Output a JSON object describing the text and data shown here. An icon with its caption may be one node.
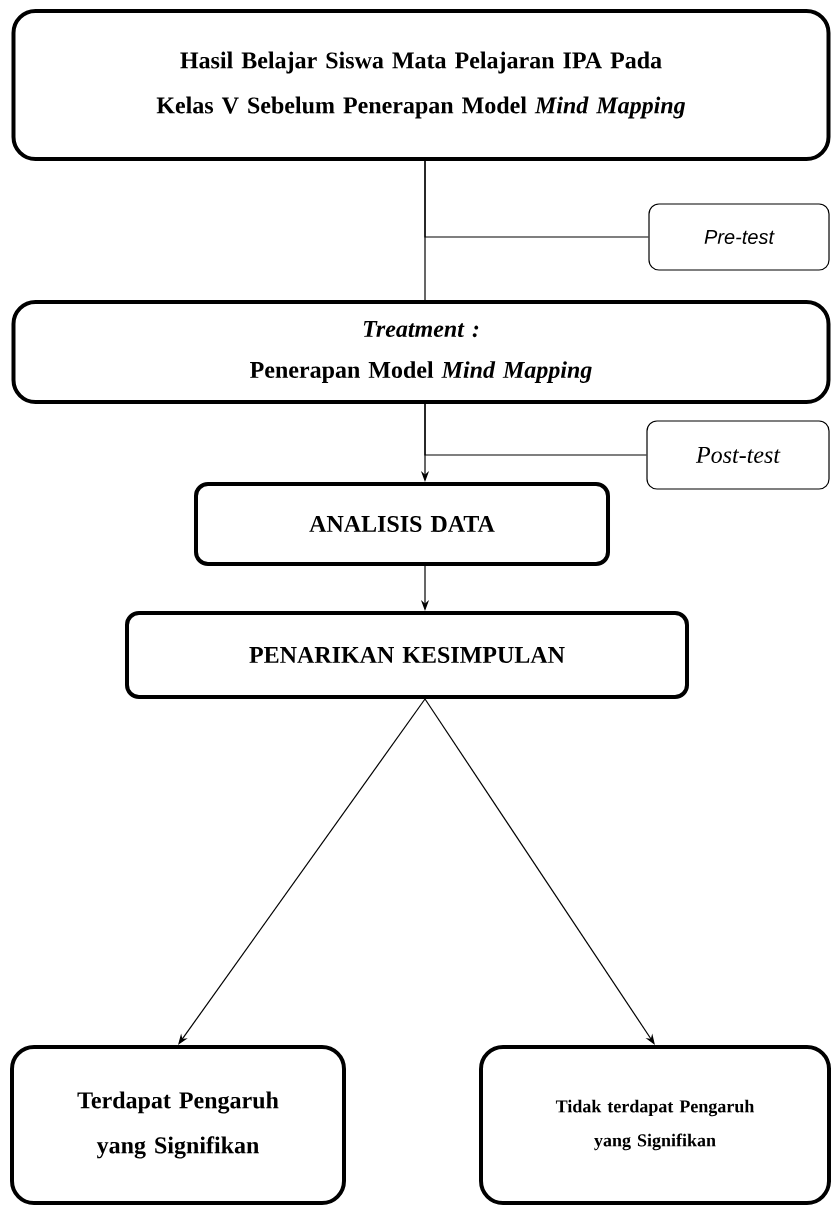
{
  "diagram": {
    "nodes": [
      {
        "text": [
          "Hasil Belajar Siswa Mata Pelajaran IPA Pada Kelas V Sebelum Penerapan Model *Mind Mapping*"
        ]
      },
      {
        "text": [
          "Pre-test"
        ]
      },
      {
        "text": [
          "Treatment :",
          "Penerapan Model *Mind Mapping*"
        ]
      },
      {
        "text": [
          "Post-test"
        ]
      },
      {
        "text": [
          "ANALISIS DATA"
        ]
      },
      {
        "text": [
          "PENARIKAN KESIMPULAN"
        ]
      },
      {
        "text": [
          "Terdapat Pengaruh yang Signifikan"
        ]
      },
      {
        "text": [
          "Tidak terdapat Pengaruh yang Signifikan"
        ]
      }
    ],
    "edges": [
      {
        "from": 0,
        "to": 2,
        "arrow": "none"
      },
      {
        "from": 0,
        "to": 1,
        "arrow": "none"
      },
      {
        "from": 2,
        "to": 4,
        "arrow": "to"
      },
      {
        "from": 2,
        "to": 3,
        "arrow": "none"
      },
      {
        "from": 4,
        "to": 5,
        "arrow": "to"
      },
      {
        "from": 5,
        "to": 6,
        "arrow": "to"
      },
      {
        "from": 5,
        "to": 7,
        "arrow": "to"
      }
    ]
  }
}
